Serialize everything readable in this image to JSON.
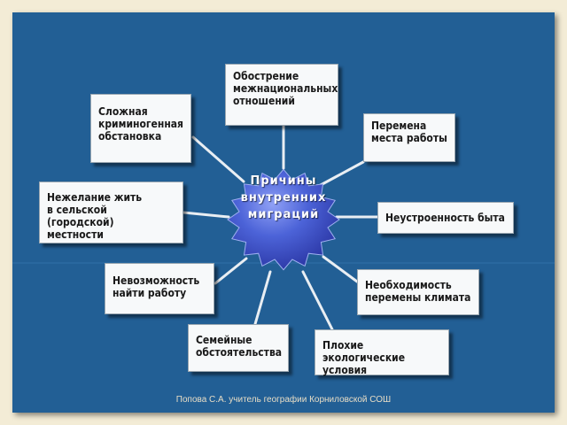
{
  "diagram": {
    "center": "Причины\nвнутренних\nмиграций",
    "nodes": {
      "interethnic": "Обострение\nмежнациональных\nотношений",
      "job_change": "Перемена\nместа работы",
      "household": "Неустроенность быта",
      "climate": "Необходимость\nперемены климата",
      "ecology": "Плохие экологические\nусловия",
      "family": "Семейные\nобстоятельства",
      "no_work": "Невозможность\nнайти работу",
      "reluctance": "Нежелание жить\nв сельской (городской)\nместности",
      "crime": "Сложная\nкриминогенная\nобстановка"
    },
    "colors": {
      "background": "#225f95",
      "center_fill": "#3f57c9",
      "connector": "#e9eef3"
    }
  },
  "footer": "Попова С.А. учитель географии Корниловской СОШ"
}
